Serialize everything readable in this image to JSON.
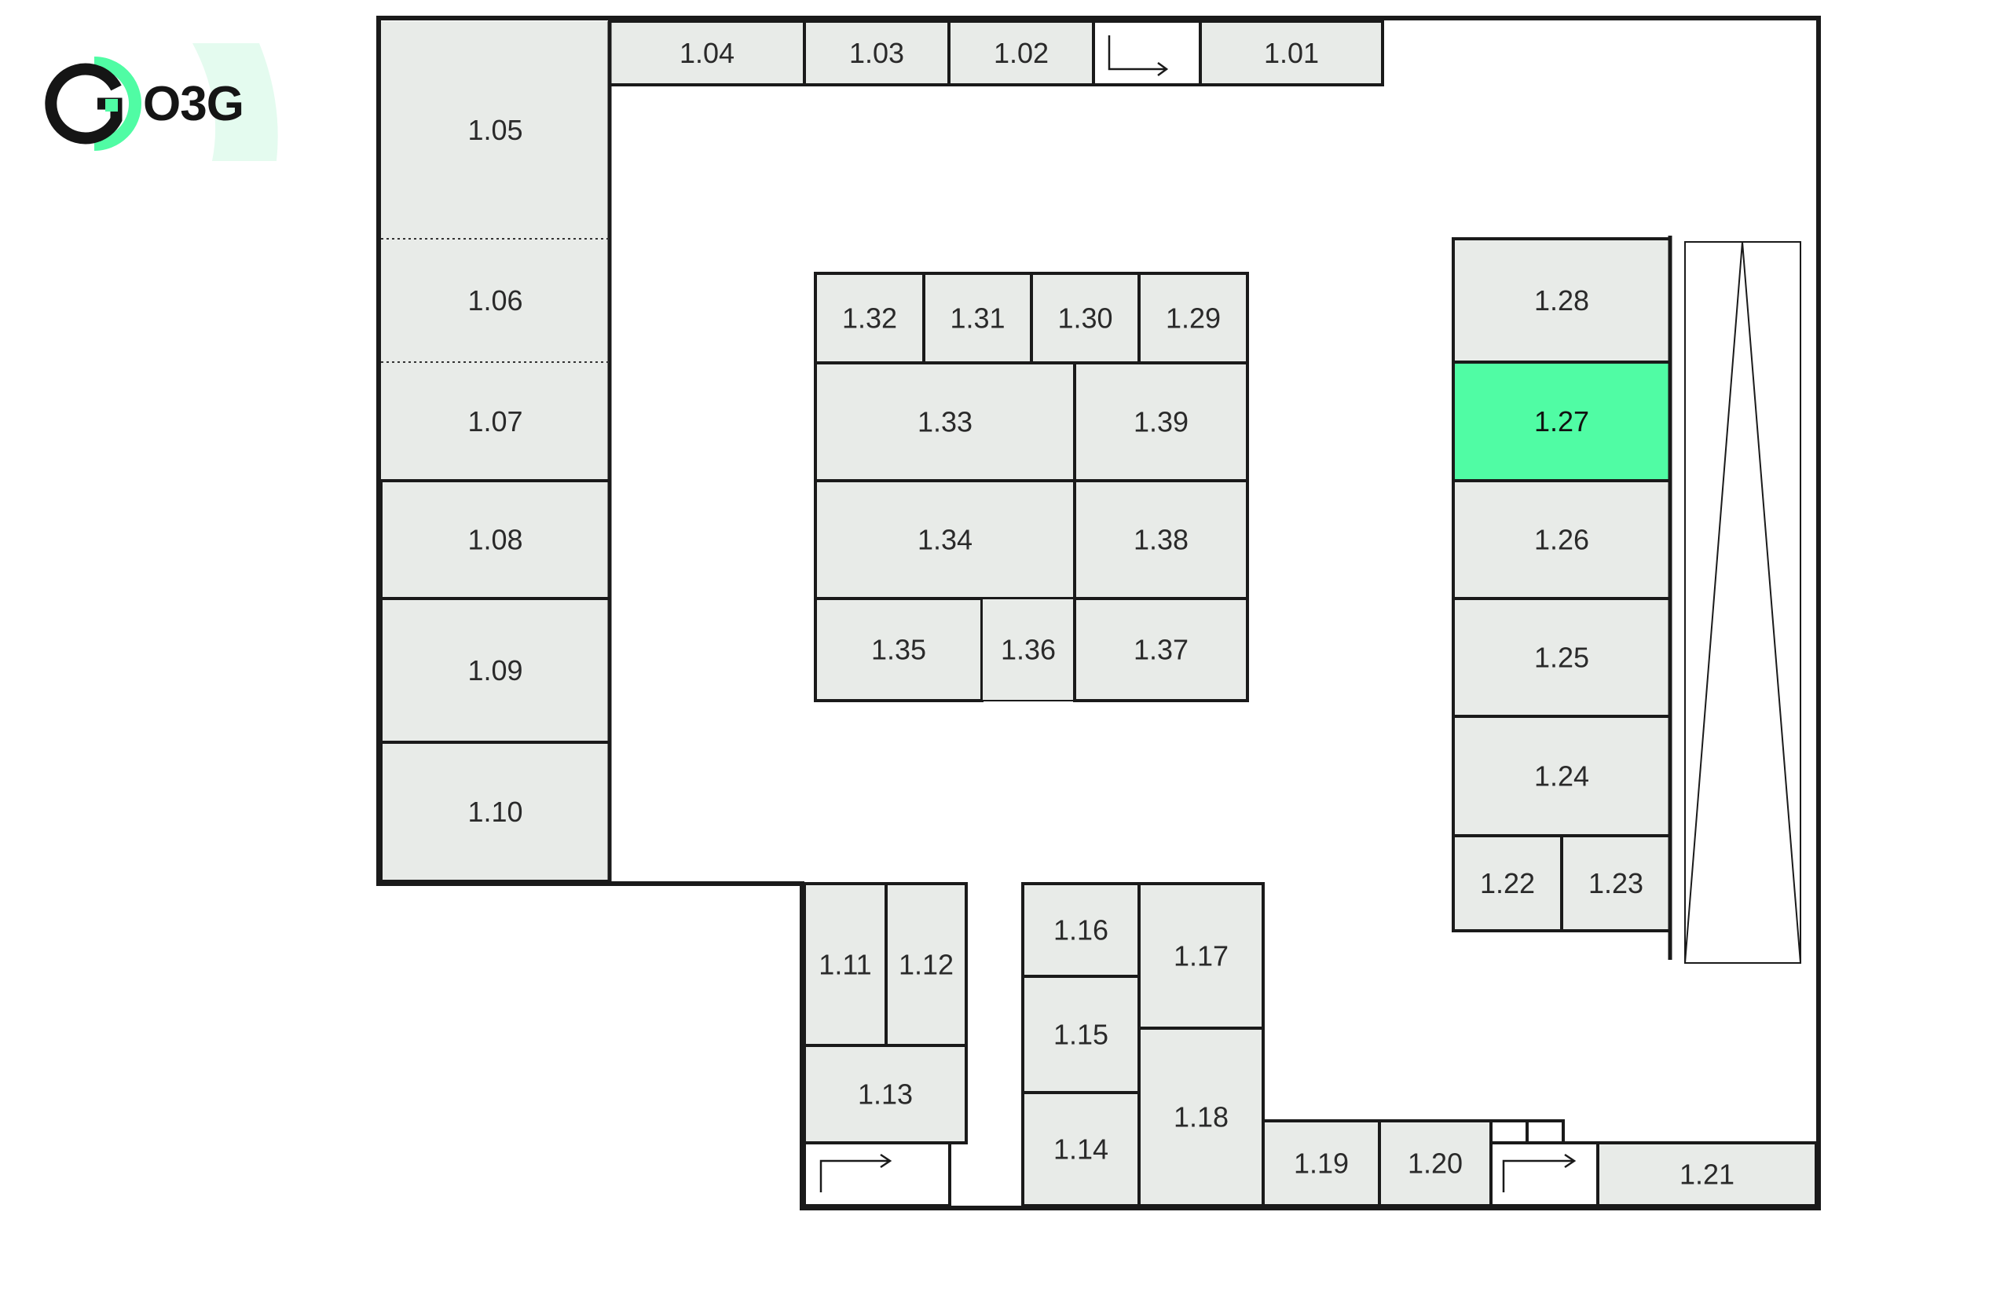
{
  "brand": {
    "name": "O3G",
    "accent": "#50fca4",
    "dark": "#151515"
  },
  "floor": {
    "selected_room": "1.27",
    "rooms": [
      {
        "id": "r104",
        "label": "1.04"
      },
      {
        "id": "r103",
        "label": "1.03"
      },
      {
        "id": "r102",
        "label": "1.02"
      },
      {
        "id": "r101",
        "label": "1.01"
      },
      {
        "id": "r105",
        "label": "1.05"
      },
      {
        "id": "r106",
        "label": "1.06"
      },
      {
        "id": "r107",
        "label": "1.07"
      },
      {
        "id": "r108",
        "label": "1.08"
      },
      {
        "id": "r109",
        "label": "1.09"
      },
      {
        "id": "r110",
        "label": "1.10"
      },
      {
        "id": "r132",
        "label": "1.32"
      },
      {
        "id": "r131",
        "label": "1.31"
      },
      {
        "id": "r130",
        "label": "1.30"
      },
      {
        "id": "r129",
        "label": "1.29"
      },
      {
        "id": "r133",
        "label": "1.33"
      },
      {
        "id": "r139",
        "label": "1.39"
      },
      {
        "id": "r134",
        "label": "1.34"
      },
      {
        "id": "r138",
        "label": "1.38"
      },
      {
        "id": "r135",
        "label": "1.35"
      },
      {
        "id": "r136",
        "label": "1.36"
      },
      {
        "id": "r137",
        "label": "1.37"
      },
      {
        "id": "r128",
        "label": "1.28"
      },
      {
        "id": "r127",
        "label": "1.27"
      },
      {
        "id": "r126",
        "label": "1.26"
      },
      {
        "id": "r125",
        "label": "1.25"
      },
      {
        "id": "r124",
        "label": "1.24"
      },
      {
        "id": "r122",
        "label": "1.22"
      },
      {
        "id": "r123",
        "label": "1.23"
      },
      {
        "id": "r111",
        "label": "1.11"
      },
      {
        "id": "r112",
        "label": "1.12"
      },
      {
        "id": "r113",
        "label": "1.13"
      },
      {
        "id": "r116",
        "label": "1.16"
      },
      {
        "id": "r117",
        "label": "1.17"
      },
      {
        "id": "r115",
        "label": "1.15"
      },
      {
        "id": "r118",
        "label": "1.18"
      },
      {
        "id": "r114",
        "label": "1.14"
      },
      {
        "id": "r119",
        "label": "1.19"
      },
      {
        "id": "r120",
        "label": "1.20"
      },
      {
        "id": "r121",
        "label": "1.21"
      }
    ]
  }
}
